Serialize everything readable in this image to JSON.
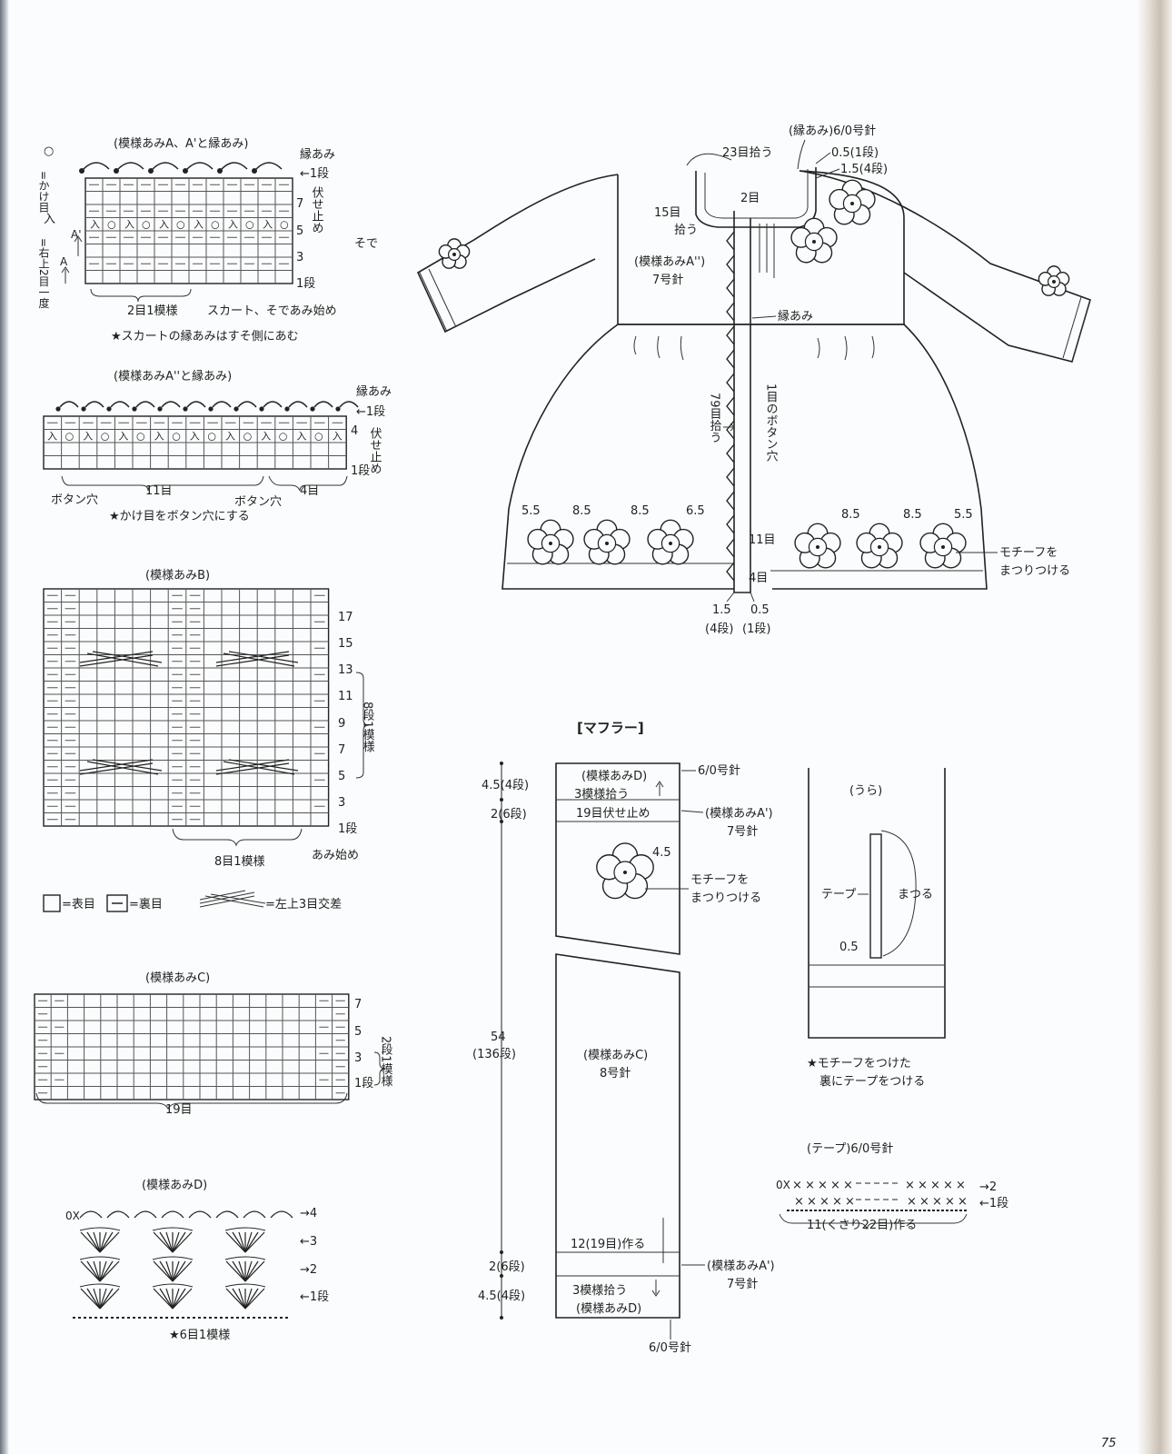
{
  "page_number": "75",
  "legend_top": {
    "yo_symbol": "○",
    "yo_text": "=かけ目",
    "k2tog_symbol": "入",
    "k2tog_text": "=右上2目一度"
  },
  "chart_A": {
    "title": "(模様あみA、A'と縁あみ)",
    "edge_label": "縁あみ",
    "row1_label": "←1段",
    "bindoff_label": "伏せ止め",
    "row_numbers": [
      "7",
      "5",
      "3",
      "1段"
    ],
    "a_prime_label": "A'",
    "a_label": "A",
    "repeat_label": "2目1模様",
    "start_label": "スカート、そであみ始め",
    "sleeve_label": "そで",
    "note": "★スカートの縁あみはすそ側にあむ"
  },
  "chart_A2": {
    "title": "(模様あみA''と縁あみ)",
    "edge_label": "縁あみ",
    "row1_label": "←1段",
    "bindoff_label": "伏せ止め",
    "row4_label": "4",
    "row1b_label": "1段",
    "count_11": "11目",
    "count_4": "4目",
    "buttonhole_left": "ボタン穴",
    "buttonhole_right": "ボタン穴",
    "note": "★かけ目をボタン穴にする"
  },
  "chart_B": {
    "title": "(模様あみB)",
    "row_numbers": [
      "17",
      "15",
      "13",
      "11",
      "9",
      "7",
      "5",
      "3",
      "1段"
    ],
    "repeat_rows_label": "8段1模様",
    "repeat_label": "8目1模様",
    "start_label": "あみ始め"
  },
  "symbol_legend": {
    "knit": "=表目",
    "purl": "=裏目",
    "cross": "=左上3目交差"
  },
  "chart_C": {
    "title": "(模様あみC)",
    "row_numbers": [
      "7",
      "5",
      "3",
      "1段"
    ],
    "repeat_rows_label": "2段1模様",
    "width_label": "19目"
  },
  "chart_D": {
    "title": "(模様あみD)",
    "row_labels": [
      "→4",
      "←3",
      "→2",
      "←1段"
    ],
    "start_mark": "0X",
    "note": "★6目1模様"
  },
  "dress": {
    "edge_needle": "(縁あみ)6/0号針",
    "pick_23": "23目拾う",
    "collar_05": "0.5(1段)",
    "collar_15": "1.5(4段)",
    "pick_15": "15目",
    "pick_15b": "拾う",
    "two_sts": "2目",
    "pattern_label": "(模様あみA'')",
    "pattern_needle": "7号針",
    "edge_label": "縁あみ",
    "pick_79": "79目拾う",
    "buttonhole_every": "1目のボタン穴",
    "count_11": "11目",
    "count_4": "4目",
    "bottom_15": "1.5",
    "bottom_05": "0.5",
    "bottom_4rows": "(4段)",
    "bottom_1row": "(1段)",
    "motif_spacing_left": [
      "5.5",
      "8.5",
      "8.5",
      "6.5"
    ],
    "motif_spacing_right": [
      "8.5",
      "8.5",
      "5.5"
    ],
    "motif_note_1": "モチーフを",
    "motif_note_2": "まつりつける"
  },
  "muffler": {
    "title": "[マフラー]",
    "top_pattern": "(模様あみD)",
    "top_needle": "6/0号針",
    "pick_top": "3模様拾う",
    "bindoff": "19目伏せ止め",
    "pattern_a_prime": "(模様あみA')",
    "needle_7": "7号針",
    "motif_size": "4.5",
    "motif_note_1": "モチーフを",
    "motif_note_2": "まつりつける",
    "dim_top_45": "4.5(4段)",
    "dim_top_2": "2(6段)",
    "dim_length": "54",
    "dim_rows": "(136段)",
    "center_pattern": "(模様あみC)",
    "center_needle": "8号針",
    "cast_on": "12(19目)作る",
    "pattern_a_prime_bottom": "(模様あみA')",
    "needle_7_bottom": "7号針",
    "dim_bottom_2": "2(6段)",
    "dim_bottom_45": "4.5(4段)",
    "pick_bottom": "3模様拾う",
    "bottom_pattern": "(模様あみD)",
    "bottom_needle": "6/0号針"
  },
  "back_detail": {
    "title": "(うら)",
    "tape": "テープ",
    "sew": "まつる",
    "offset": "0.5",
    "note_1": "★モチーフをつけた",
    "note_2": "裏にテープをつける"
  },
  "tape_chart": {
    "title": "(テープ)6/0号針",
    "row2_label": "→2",
    "row1_label": "←1段",
    "start_mark": "0X",
    "chain_label": "11(くさり22目)作る"
  }
}
